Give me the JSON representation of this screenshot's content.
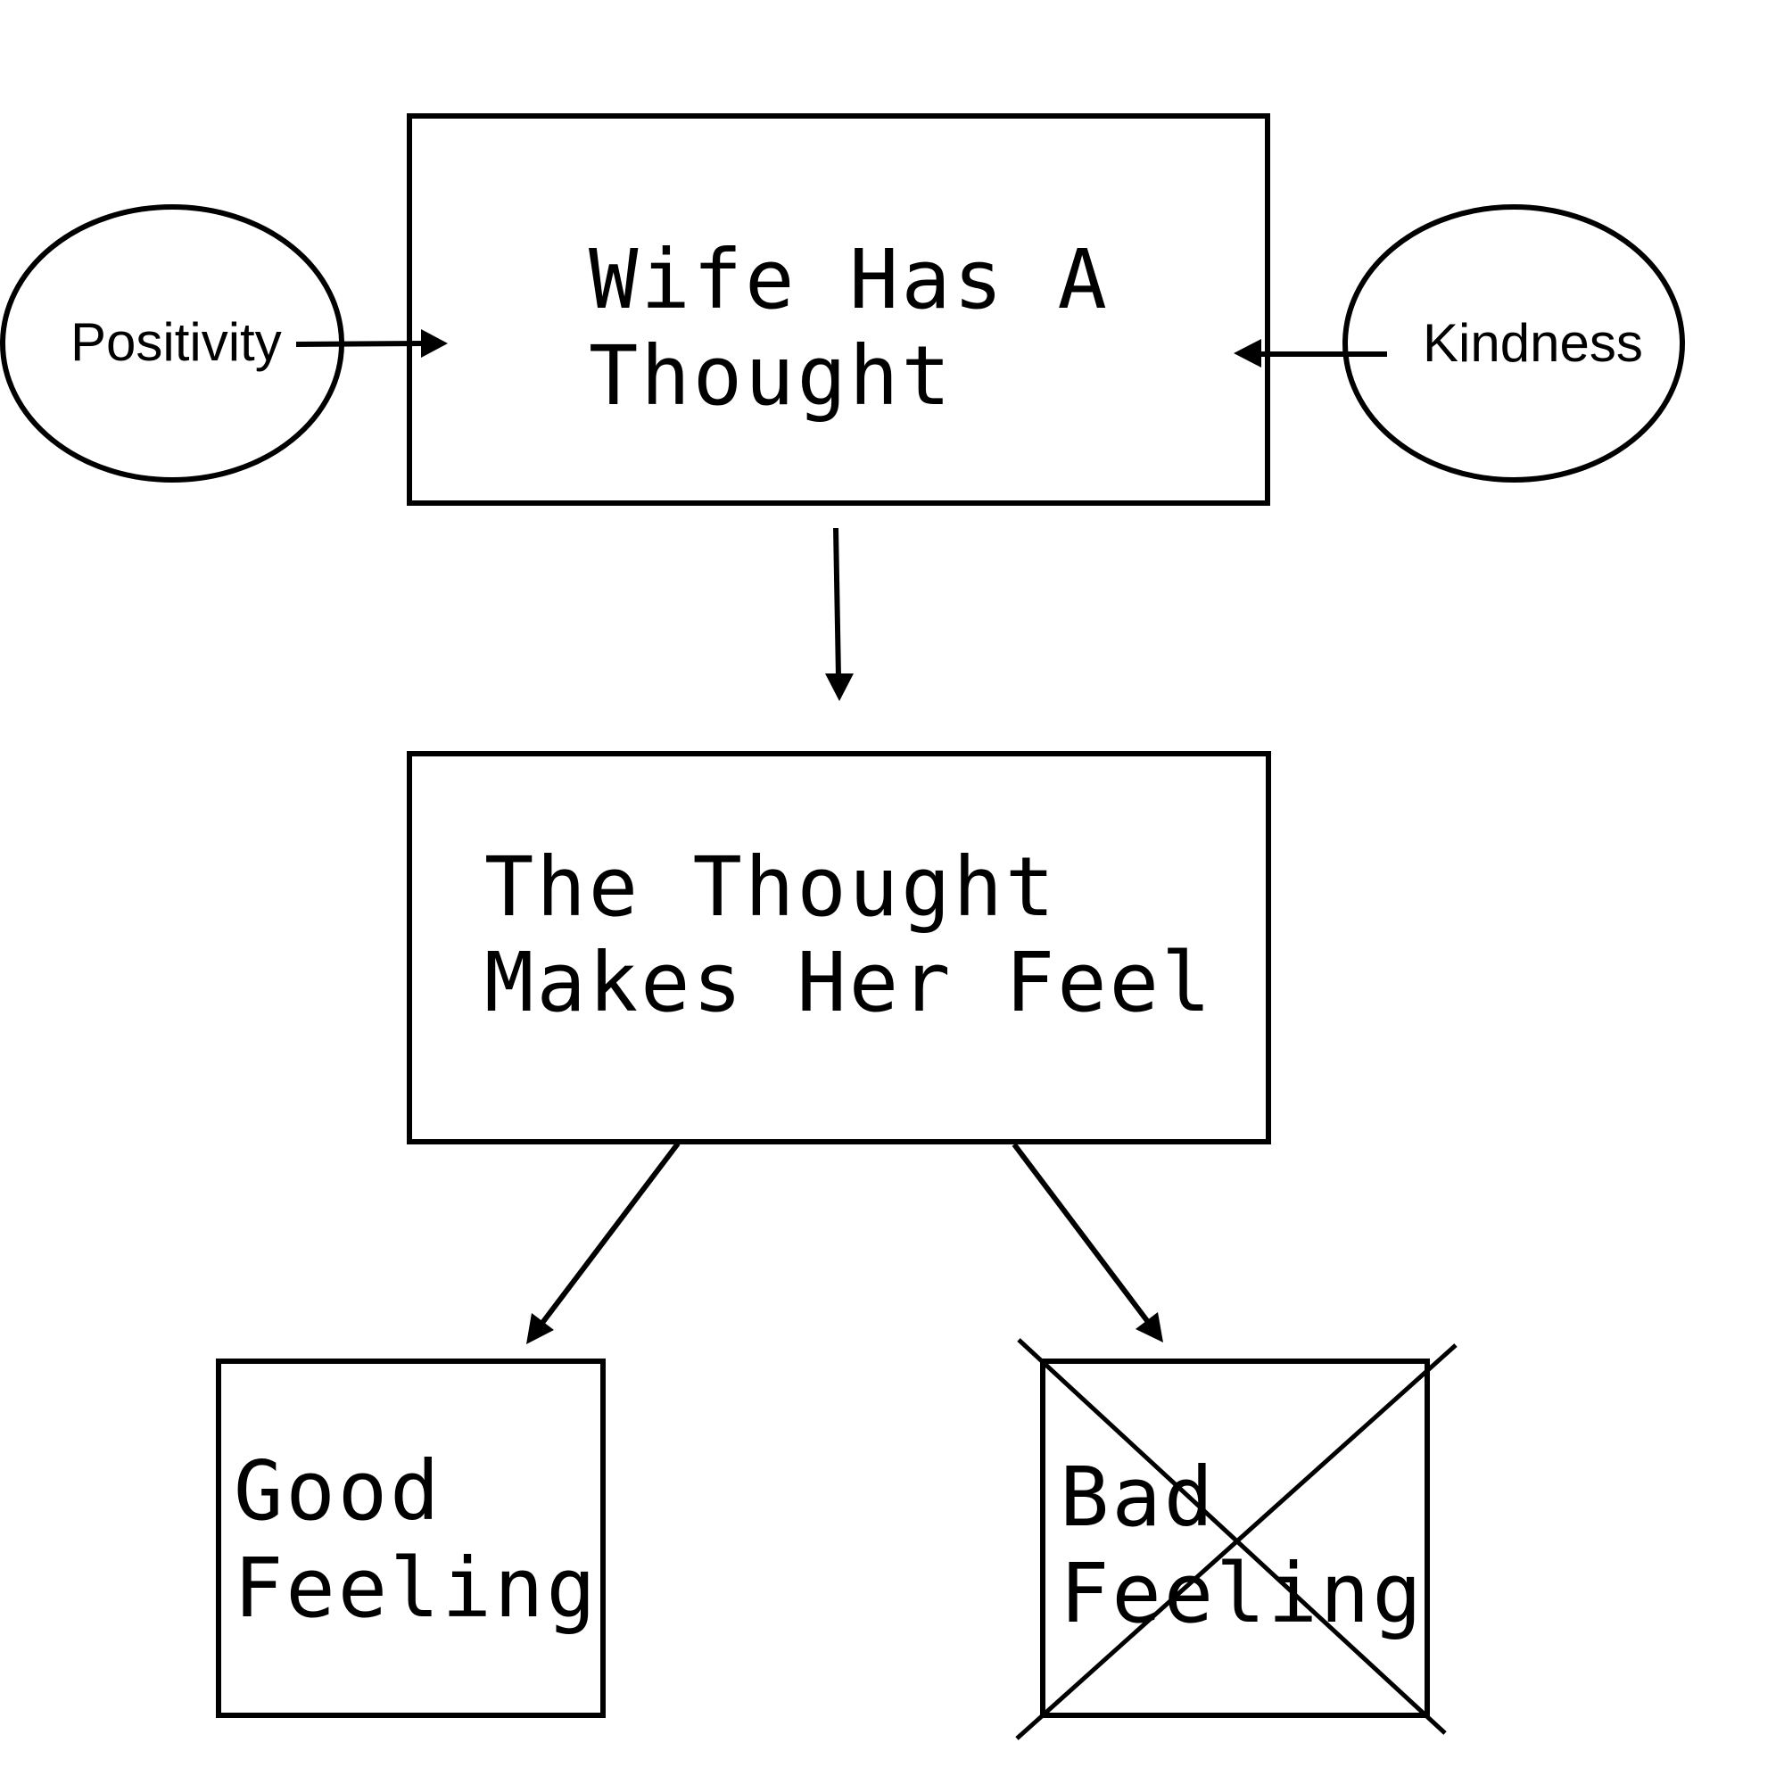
{
  "diagram": {
    "title": "Wife's thought-to-feeling flow",
    "colors": {
      "stroke": "#000000",
      "background": "#ffffff"
    },
    "nodes": {
      "thought": {
        "lines": [
          "Wife Has A",
          "Thought"
        ]
      },
      "feel": {
        "lines": [
          "The Thought",
          "Makes Her Feel"
        ]
      },
      "good": {
        "lines": [
          "Good",
          "Feeling"
        ]
      },
      "bad": {
        "lines": [
          "Bad",
          "Feeling"
        ],
        "crossed_out": true
      },
      "positivity": {
        "label": "Positivity"
      },
      "kindness": {
        "label": "Kindness"
      }
    },
    "edges": [
      {
        "from": "positivity",
        "to": "thought"
      },
      {
        "from": "kindness",
        "to": "thought"
      },
      {
        "from": "thought",
        "to": "feel"
      },
      {
        "from": "feel",
        "to": "good"
      },
      {
        "from": "feel",
        "to": "bad"
      }
    ]
  }
}
